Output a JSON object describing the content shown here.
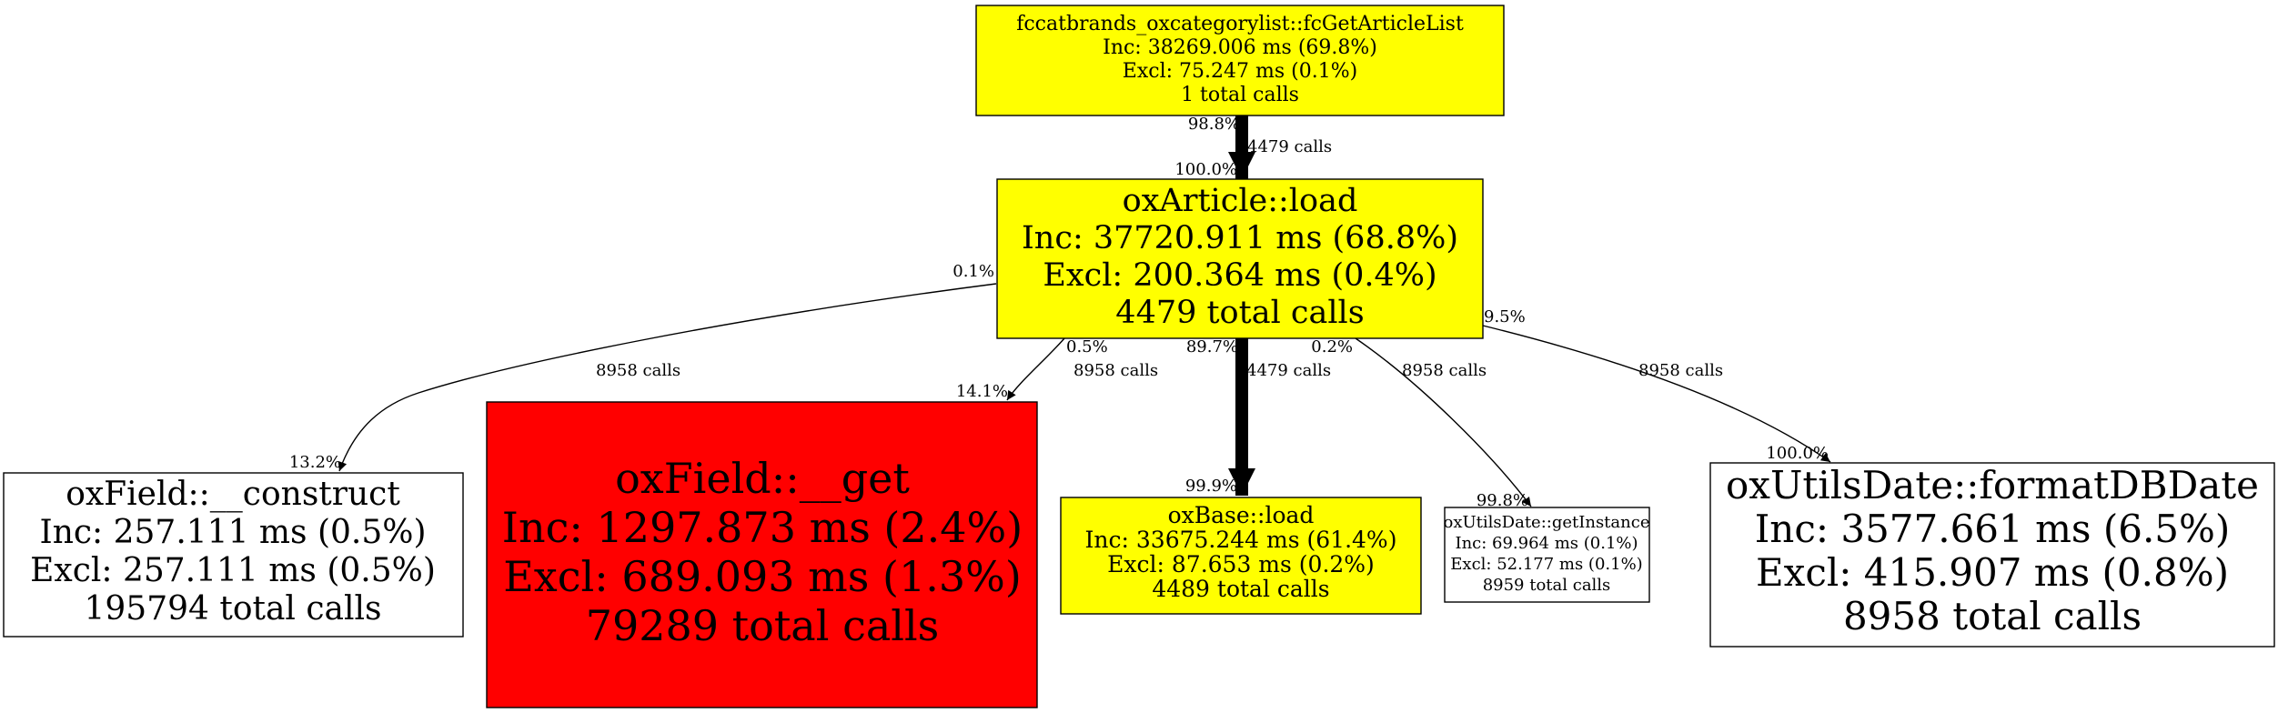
{
  "nodes": [
    {
      "id": "n-fcget",
      "lines": [
        "fccatbrands_oxcategorylist::fcGetArticleList",
        "Inc: 38269.006 ms (69.8%)",
        "Excl: 75.247 ms (0.1%)",
        "1 total calls"
      ],
      "fill": "#ffff00"
    },
    {
      "id": "n-oxarticle-load",
      "lines": [
        "oxArticle::load",
        "Inc: 37720.911 ms (68.8%)",
        "Excl: 200.364 ms (0.4%)",
        "4479 total calls"
      ],
      "fill": "#ffff00"
    },
    {
      "id": "n-oxfield-construct",
      "lines": [
        "oxField::__construct",
        "Inc: 257.111 ms (0.5%)",
        "Excl: 257.111 ms (0.5%)",
        "195794 total calls"
      ],
      "fill": "#ffffff"
    },
    {
      "id": "n-oxfield-get",
      "lines": [
        "oxField::__get",
        "Inc: 1297.873 ms (2.4%)",
        "Excl: 689.093 ms (1.3%)",
        "79289 total calls"
      ],
      "fill": "#ff0000"
    },
    {
      "id": "n-oxbase-load",
      "lines": [
        "oxBase::load",
        "Inc: 33675.244 ms (61.4%)",
        "Excl: 87.653 ms (0.2%)",
        "4489 total calls"
      ],
      "fill": "#ffff00"
    },
    {
      "id": "n-oxutilsdate-getinstance",
      "lines": [
        "oxUtilsDate::getInstance",
        "Inc: 69.964 ms (0.1%)",
        "Excl: 52.177 ms (0.1%)",
        "8959 total calls"
      ],
      "fill": "#ffffff"
    },
    {
      "id": "n-oxutilsdate-formatdbdate",
      "lines": [
        "oxUtilsDate::formatDBDate",
        "Inc: 3577.661 ms (6.5%)",
        "Excl: 415.907 ms (0.8%)",
        "8958 total calls"
      ],
      "fill": "#ffffff"
    }
  ],
  "edges": [
    {
      "id": "e-fcget-oxarticle",
      "from": "n-fcget",
      "to": "n-oxarticle-load",
      "calls": "4479 calls",
      "tail_pct": "98.8%",
      "head_pct": "100.0%"
    },
    {
      "id": "e-oxarticle-construct",
      "from": "n-oxarticle-load",
      "to": "n-oxfield-construct",
      "calls": "8958 calls",
      "tail_pct": "0.1%",
      "head_pct": "13.2%"
    },
    {
      "id": "e-oxarticle-get",
      "from": "n-oxarticle-load",
      "to": "n-oxfield-get",
      "calls": "8958 calls",
      "tail_pct": "0.5%",
      "head_pct": "14.1%"
    },
    {
      "id": "e-oxarticle-oxbase",
      "from": "n-oxarticle-load",
      "to": "n-oxbase-load",
      "calls": "4479 calls",
      "tail_pct": "89.7%",
      "head_pct": "99.9%"
    },
    {
      "id": "e-oxarticle-getinstance",
      "from": "n-oxarticle-load",
      "to": "n-oxutilsdate-getinstance",
      "calls": "8958 calls",
      "tail_pct": "0.2%",
      "head_pct": "99.8%"
    },
    {
      "id": "e-oxarticle-formatdbdate",
      "from": "n-oxarticle-load",
      "to": "n-oxutilsdate-formatdbdate",
      "calls": "8958 calls",
      "tail_pct": "9.5%",
      "head_pct": "100.0%"
    }
  ]
}
